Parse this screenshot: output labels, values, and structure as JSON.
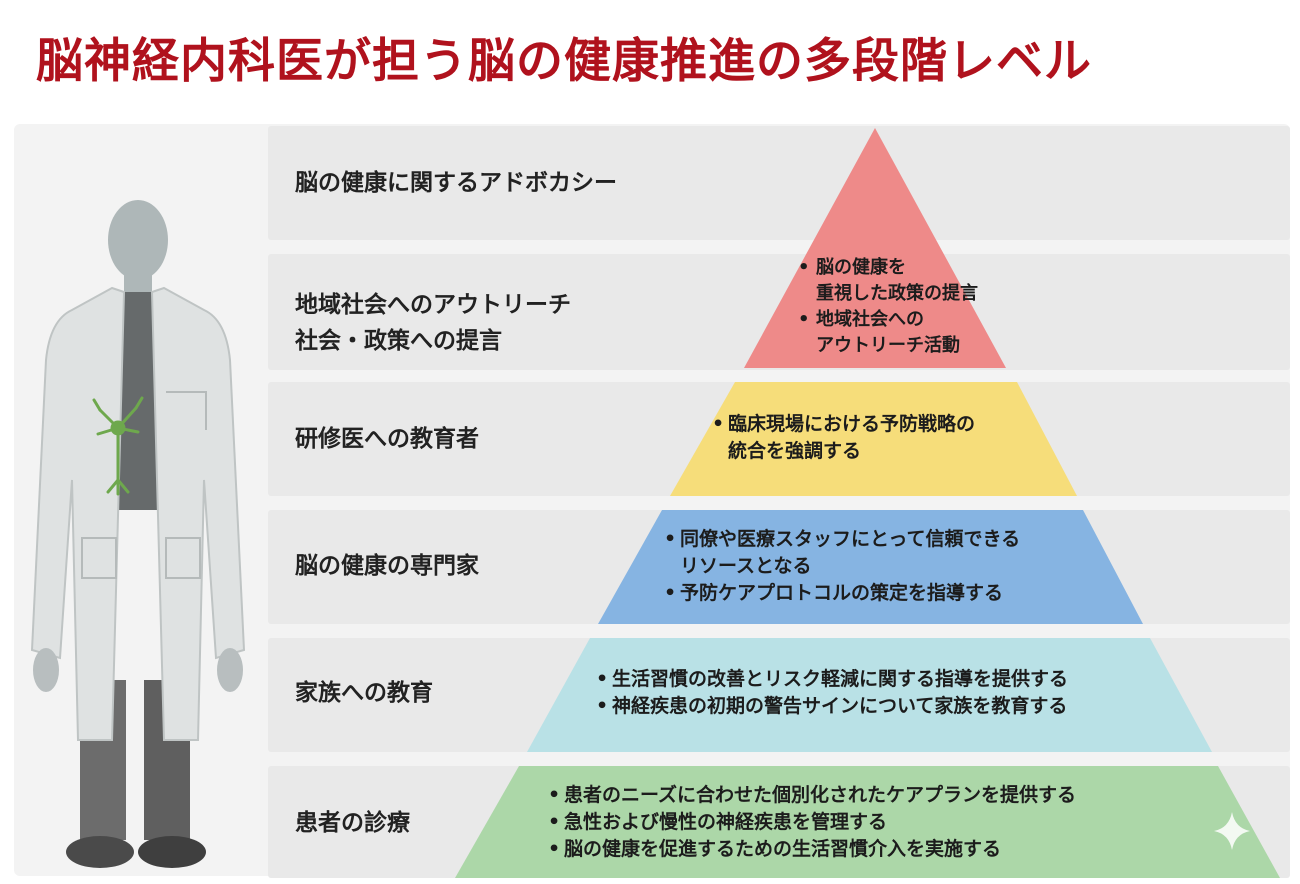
{
  "title": "脳神経内科医が担う脳の健康推進の多段階レベル",
  "levels": [
    {
      "label_lines": [
        "脳の健康に関するアドボカシー"
      ],
      "color": "#ffffff",
      "bullets": []
    },
    {
      "label_lines": [
        "地域社会へのアウトリーチ",
        "社会・政策への提言"
      ],
      "color": "#ee8a89",
      "bullets": [
        [
          "脳の健康を",
          "重視した政策の提言"
        ],
        [
          "地域社会への",
          "アウトリーチ活動"
        ]
      ]
    },
    {
      "label_lines": [
        "研修医への教育者"
      ],
      "color": "#f6dd7a",
      "bullets": [
        [
          "臨床現場における予防戦略の",
          "統合を強調する"
        ]
      ]
    },
    {
      "label_lines": [
        "脳の健康の専門家"
      ],
      "color": "#86b4e2",
      "bullets": [
        [
          "同僚や医療スタッフにとって信頼できる",
          "リソースとなる"
        ],
        [
          "予防ケアプロトコルの策定を指導する"
        ]
      ]
    },
    {
      "label_lines": [
        "家族への教育"
      ],
      "color": "#b9e1e6",
      "bullets": [
        [
          "生活習慣の改善とリスク軽減に関する指導を提供する"
        ],
        [
          "神経疾患の初期の警告サインについて家族を教育する"
        ]
      ]
    },
    {
      "label_lines": [
        "患者の診療"
      ],
      "color": "#acd7a8",
      "bullets": [
        [
          "患者のニーズに合わせた個別化されたケアプランを提供する"
        ],
        [
          "急性および慢性の神経疾患を管理する"
        ],
        [
          "脳の健康を促進するための生活習慣介入を実施する"
        ]
      ]
    }
  ],
  "apex_color": "#ee8a89"
}
